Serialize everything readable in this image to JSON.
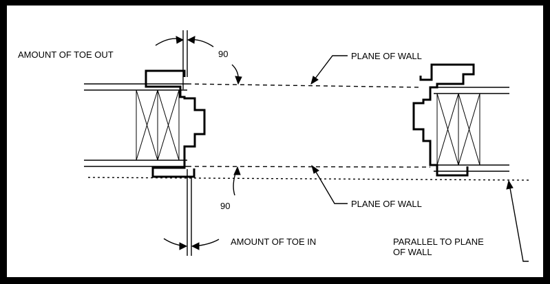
{
  "labels": {
    "toe_out": "AMOUNT OF TOE OUT",
    "angle_top": "90",
    "plane_top": "PLANE OF WALL",
    "angle_bottom": "90",
    "plane_bottom": "PLANE OF WALL",
    "toe_in": "AMOUNT OF TOE IN",
    "parallel_line1": "PARALLEL TO PLANE",
    "parallel_line2": "OF WALL"
  },
  "colors": {
    "frame": "#000000",
    "panel": "#ffffff",
    "ink": "#000000"
  }
}
